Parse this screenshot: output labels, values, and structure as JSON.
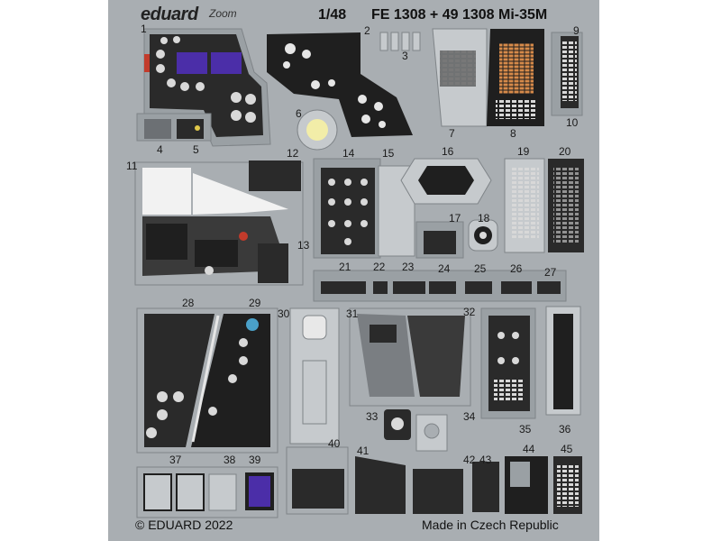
{
  "header": {
    "brand": "eduard",
    "brand_script": "Zoom",
    "scale": "1/48",
    "product_code": "FE 1308 + 49 1308 Mi-35M"
  },
  "footer": {
    "copyright": "© EDUARD 2022",
    "origin": "Made in Czech Republic"
  },
  "part_numbers": [
    "1",
    "2",
    "3",
    "4",
    "5",
    "6",
    "7",
    "8",
    "9",
    "10",
    "11",
    "12",
    "13",
    "14",
    "15",
    "16",
    "17",
    "18",
    "19",
    "20",
    "21",
    "22",
    "23",
    "24",
    "25",
    "26",
    "27",
    "28",
    "29",
    "30",
    "31",
    "32",
    "33",
    "34",
    "35",
    "36",
    "37",
    "38",
    "39",
    "40",
    "41",
    "42",
    "43",
    "44",
    "45"
  ],
  "colors": {
    "fret": "#a9aeb2",
    "panel": "#1f1f1f",
    "screen": "#4b2ea8",
    "outline": "#7f8488"
  }
}
